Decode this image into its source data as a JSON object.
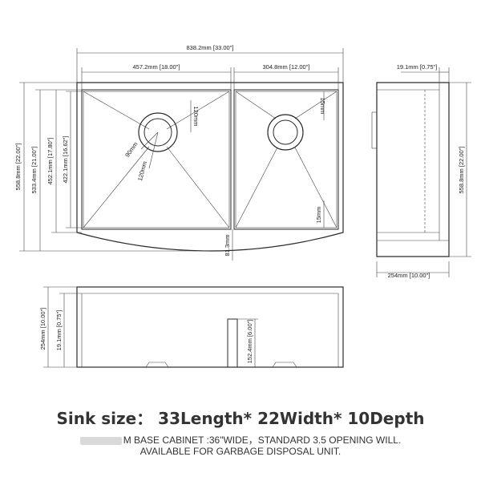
{
  "dimensions": {
    "overall_width": "838.2mm [33.00\"]",
    "left_bowl_width": "457.2mm [18.00\"]",
    "right_bowl_width": "304.8mm [12.00\"]",
    "apron_thickness": "19.1mm [0.75\"]",
    "overall_height_left": "558.8mm [22.00\"]",
    "inner_height_1": "533.4mm [21.00\"]",
    "inner_height_2": "452.1mm [17.80\"]",
    "inner_height_3": "422.1mm [16.62\"]",
    "drain_small": "90mm",
    "drain_large": "120mm",
    "drain_offset": "120mm",
    "corner_top_right": "15mm",
    "corner_bottom_right": "15mm",
    "apron_arc": "81.3mm",
    "side_depth_height": "558.8mm [22.00\"]",
    "side_depth": "254mm [10.00\"]",
    "front_height": "254mm [10.00\"]",
    "front_rim": "19.1mm [0.75\"]",
    "divider_height": "152.4mm [6.00\"]"
  },
  "title": "Sink size： 33Length* 22Width* 10Depth",
  "note_line1": "M BASE CABINET :36\"WIDE，STANDARD 3.5 OPENING WILL.",
  "note_line2": "AVAILABLE FOR GARBAGE DISPOSAL UNIT."
}
